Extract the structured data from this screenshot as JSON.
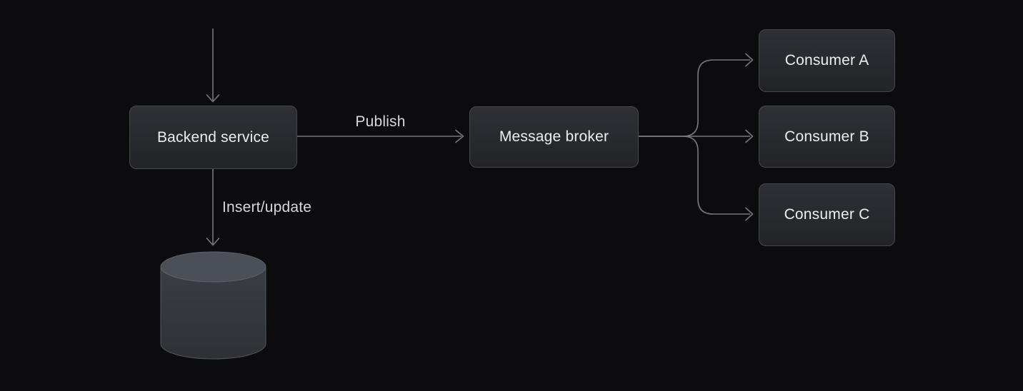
{
  "diagram": {
    "background": "#0c0c0e",
    "nodes": {
      "backend": {
        "label": "Backend service"
      },
      "broker": {
        "label": "Message broker"
      },
      "consumer_a": {
        "label": "Consumer A"
      },
      "consumer_b": {
        "label": "Consumer B"
      },
      "consumer_c": {
        "label": "Consumer C"
      }
    },
    "edge_labels": {
      "publish": "Publish",
      "insert_update": "Insert/update"
    },
    "database": {
      "icon": "database-cylinder"
    },
    "colors": {
      "background": "#0c0c0e",
      "node_fill_top": "#2e3036",
      "node_fill_bottom": "#222428",
      "node_border": "#45484e",
      "node_text": "#eceef0",
      "edge_line": "#76787d",
      "edge_label_text": "#d6d7d9",
      "db_top": "#4b4f57",
      "db_top_edge": "#5d616a",
      "db_body_top": "#3a3d43",
      "db_body_bottom": "#2e3136",
      "db_rim": "#54575e"
    }
  }
}
